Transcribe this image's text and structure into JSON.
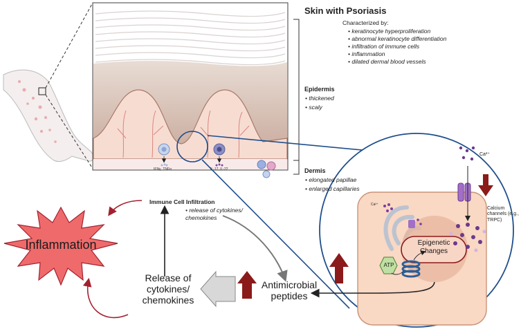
{
  "title": "Skin with Psoriasis",
  "characterized": {
    "heading": "Characterized by:",
    "items": [
      "keratinocyte hyperproliferation",
      "abnormal keratinocyte differentiation",
      "infiltration of immune cells",
      "inflammation",
      "dilated dermal blood vessels"
    ]
  },
  "epidermis": {
    "label": "Epidermis",
    "items": [
      "thickened",
      "scaly"
    ]
  },
  "dermis": {
    "label": "Dermis",
    "items": [
      "elongated papillae",
      "enlarged capillaries"
    ]
  },
  "immune": {
    "label": "Immune Cell Infiltration",
    "items": [
      "release of cytokines/ chemokines"
    ]
  },
  "cell_labels": {
    "cell1": "IFNγ, TNFα",
    "cell2": "IL-17, IL-22"
  },
  "inflammation": "Inflammation",
  "release": "Release of cytokines/ chemokines",
  "antimicrobial": "Antimicrobial peptides",
  "epigenetic": "Epigenetic Changes",
  "atp": "ATP",
  "ca_top": "Ca²⁺",
  "ca_inner": "Ca²⁺",
  "calcium": "Calcium channels (e.g., TRPC)",
  "colors": {
    "dark_red": "#8b1a1a",
    "inflammation_fill": "#ef6b6b",
    "circle_blue": "#1f4e8c",
    "cell_fill": "#f9d8c4",
    "calcium_purple": "#6b3a8c"
  }
}
